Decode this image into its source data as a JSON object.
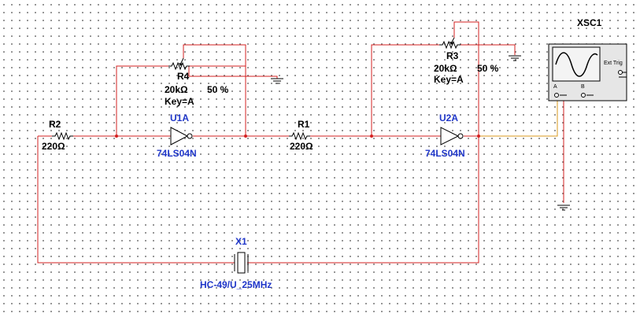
{
  "colors": {
    "wire": "#d32020",
    "wire_probe": "#d89a1e",
    "component": "#000000",
    "ref_label": "#1f36c8",
    "junction": "#d32020"
  },
  "components": {
    "R2": {
      "name": "R2",
      "value": "220Ω"
    },
    "R1": {
      "name": "R1",
      "value": "220Ω"
    },
    "R4": {
      "name": "R4",
      "value": "20kΩ",
      "percent": "50 %",
      "key": "Key=A"
    },
    "R3": {
      "name": "R3",
      "value": "20kΩ",
      "percent": "50 %",
      "key": "Key=A"
    },
    "U1A": {
      "name": "U1A",
      "part": "74LS04N"
    },
    "U2A": {
      "name": "U2A",
      "part": "74LS04N"
    },
    "X1": {
      "name": "X1",
      "part": "HC-49/U_25MHz"
    },
    "XSC1": {
      "name": "XSC1",
      "channel_a": "A",
      "channel_b": "B",
      "ext_trig": "Ext Trig"
    }
  }
}
